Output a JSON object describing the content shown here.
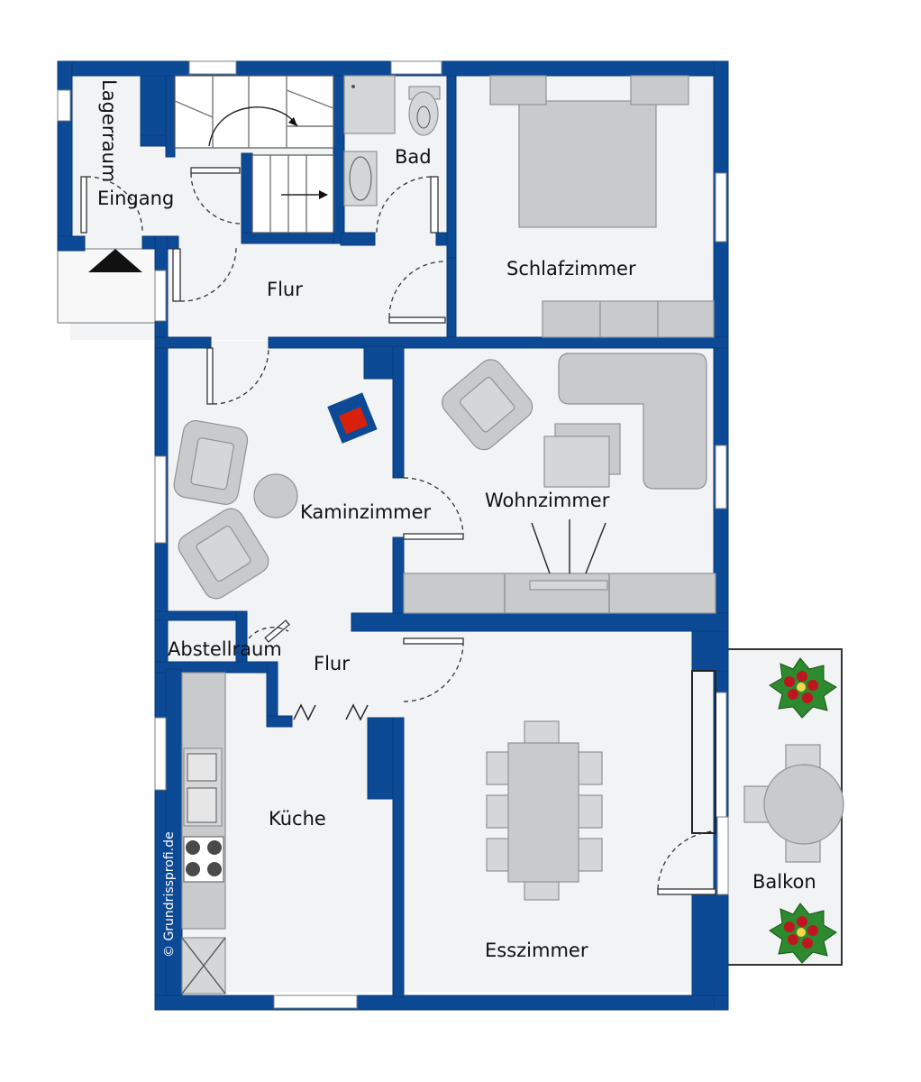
{
  "rooms": {
    "lagerraum": "Lagerraum",
    "eingang": "Eingang",
    "bad": "Bad",
    "schlafzimmer": "Schlafzimmer",
    "flur_top": "Flur",
    "kaminzimmer": "Kaminzimmer",
    "wohnzimmer": "Wohnzimmer",
    "abstellraum": "Abstellraum",
    "flur_mid": "Flur",
    "kueche": "Küche",
    "esszimmer": "Esszimmer",
    "balkon": "Balkon"
  },
  "credit": "© Grundrissprofi.de",
  "colors": {
    "wall": "#0d4a96",
    "floor": "#f2f3f4",
    "furniture": "#c8cacc",
    "fire": "#d8200c"
  }
}
